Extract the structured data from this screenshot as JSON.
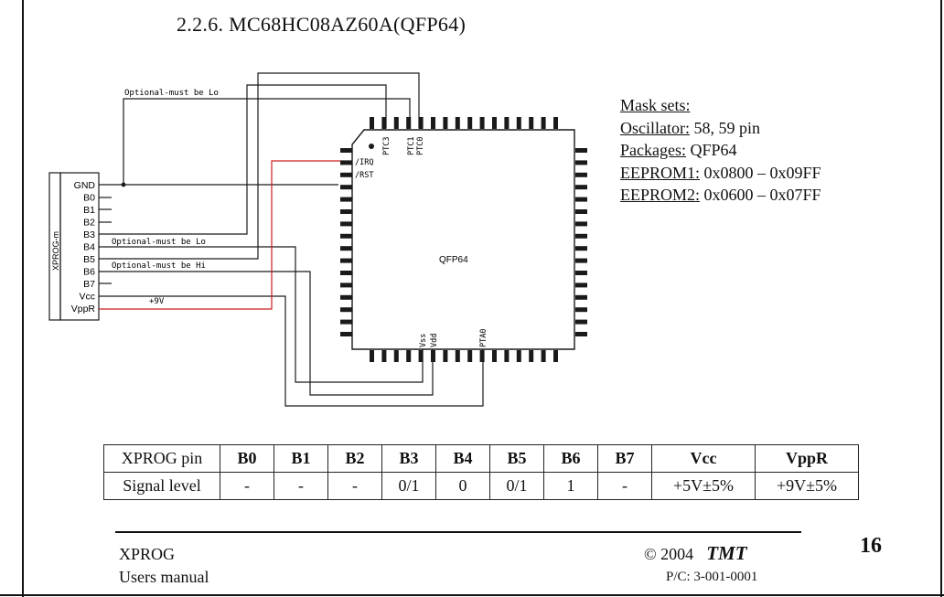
{
  "section_title": "2.2.6. MC68HC08AZ60A(QFP64)",
  "connector": {
    "label": "XPROG-m",
    "pins": [
      "GND",
      "B0",
      "B1",
      "B2",
      "B3",
      "B4",
      "B5",
      "B6",
      "B7",
      "Vcc",
      "VppR"
    ]
  },
  "wire_labels": {
    "top_optional": "Optional-must be Lo",
    "b4_optional": "Optional-must be Lo",
    "b6_optional": "Optional-must be Hi",
    "vcc_voltage": "+9V"
  },
  "chip": {
    "package_label": "QFP64",
    "pin_irq": "/IRQ",
    "pin_rst": "/RST",
    "pin_ptc3": "PTC3",
    "pin_ptc1": "PTC1",
    "pin_ptc0": "PTC0",
    "pin_vss": "Vss",
    "pin_vdd": "Vdd",
    "pin_pta0": "PTA0"
  },
  "info": {
    "mask_label": "Mask sets:",
    "osc_label": "Oscillator:",
    "osc_value": "58, 59  pin",
    "pkg_label": "Packages:",
    "pkg_value": "QFP64",
    "ee1_label": "EEPROM1:",
    "ee1_value": "0x0800 – 0x09FF",
    "ee2_label": "EEPROM2:",
    "ee2_value": "0x0600 – 0x07FF"
  },
  "signal_table": {
    "header": [
      "XPROG pin",
      "B0",
      "B1",
      "B2",
      "B3",
      "B4",
      "B5",
      "B6",
      "B7",
      "Vcc",
      "VppR"
    ],
    "row": [
      "Signal level",
      "-",
      "-",
      "-",
      "0/1",
      "0",
      "0/1",
      "1",
      "-",
      "+5V±5%",
      "+9V±5%"
    ]
  },
  "footer": {
    "product": "XPROG",
    "doc": "Users manual",
    "copyright": "© 2004",
    "brand": "TMT",
    "part_code": "P/C: 3-001-0001",
    "page_number": "16"
  },
  "colors": {
    "line": "#1a1a1a",
    "red_wire": "#cc1f1f"
  }
}
